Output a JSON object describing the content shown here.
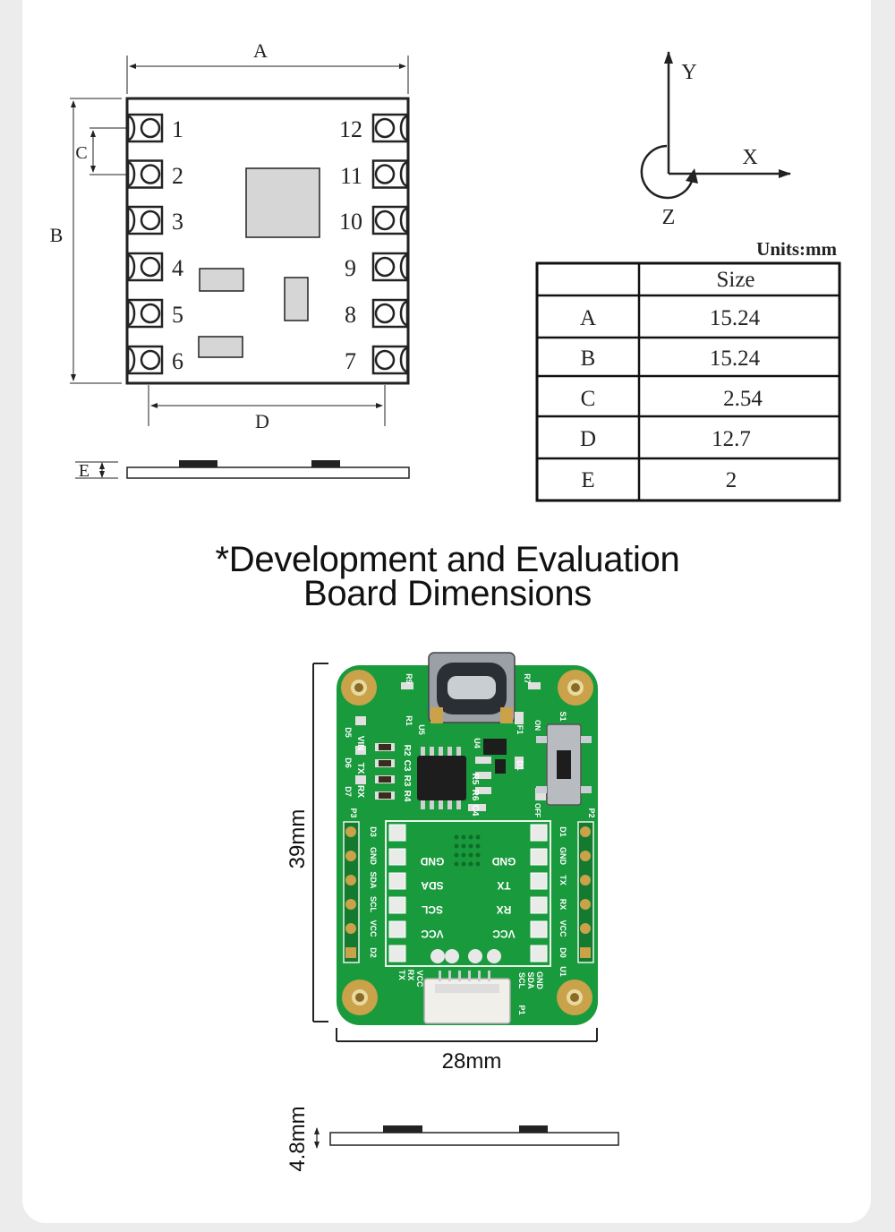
{
  "module_drawing": {
    "dim_labels": {
      "a": "A",
      "b": "B",
      "c": "C",
      "d": "D",
      "e": "E"
    },
    "pins_left": [
      "1",
      "2",
      "3",
      "4",
      "5",
      "6"
    ],
    "pins_right": [
      "12",
      "11",
      "10",
      "9",
      "8",
      "7"
    ]
  },
  "axes": {
    "x": "X",
    "y": "Y",
    "z": "Z"
  },
  "size_table": {
    "units": "Units:mm",
    "header": "Size",
    "rows": [
      {
        "label": "A",
        "value": "15.24"
      },
      {
        "label": "B",
        "value": "15.24"
      },
      {
        "label": "C",
        "value": "2.54"
      },
      {
        "label": "D",
        "value": "12.7"
      },
      {
        "label": "E",
        "value": "2"
      }
    ]
  },
  "board_section": {
    "title_line1": "*Development and Evaluation",
    "title_line2": "Board Dimensions",
    "height_label": "39mm",
    "width_label": "28mm",
    "thickness_label": "4.8mm"
  },
  "pcb": {
    "left_pin_labels": [
      "D3",
      "GND",
      "SDA",
      "SCL",
      "VCC",
      "D2"
    ],
    "right_pin_labels": [
      "D1",
      "GND",
      "TX",
      "RX",
      "VCC",
      "D0"
    ],
    "inner_labels": [
      "GND",
      "SDA",
      "SCL",
      "VCC",
      "GND",
      "TX",
      "RX",
      "VCC"
    ],
    "top_labels": [
      "R9",
      "R1",
      "U5",
      "R7",
      "S1",
      "ON",
      "OFF",
      "F1",
      "D1",
      "U4",
      "P2",
      "P3",
      "P1",
      "U1",
      "D5",
      "D6",
      "D7",
      "VIN",
      "TX",
      "RX",
      "R2",
      "C3",
      "R3",
      "R4",
      "R5",
      "R6",
      "C4"
    ],
    "bottom_labels_left": [
      "TX",
      "RX",
      "VCC"
    ],
    "bottom_labels_right": [
      "GND",
      "SDA",
      "SCL"
    ]
  }
}
